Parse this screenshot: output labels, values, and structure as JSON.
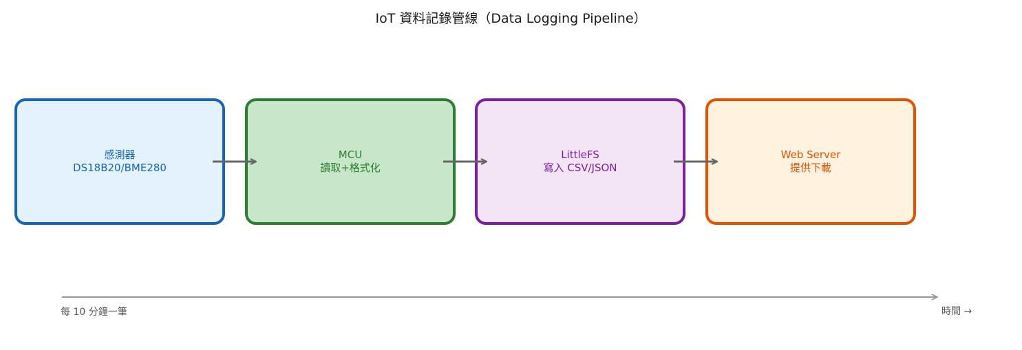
{
  "title": "IoT 資料記錄管線（Data Logging Pipeline）",
  "nodes": [
    {
      "line1": "感測器",
      "line2": "DS18B20/BME280",
      "border": "#1565c0",
      "fill": "#e3f2fd",
      "text": "#1565c0"
    },
    {
      "line1": "MCU",
      "line2": "讀取+格式化",
      "border": "#2e7d32",
      "fill": "#c8e6c9",
      "text": "#2e7d32"
    },
    {
      "line1": "LittleFS",
      "line2": "寫入 CSV/JSON",
      "border": "#7b1fa2",
      "fill": "#f3e5f5",
      "text": "#7b1fa2"
    },
    {
      "line1": "Web Server",
      "line2": "提供下載",
      "border": "#e65100",
      "fill": "#fff3e0",
      "text": "#e65100"
    }
  ],
  "arrow_color": "#666666",
  "timeline": {
    "start_label": "每 10 分鐘一筆",
    "end_label": "時間 →",
    "color": "#999999"
  }
}
